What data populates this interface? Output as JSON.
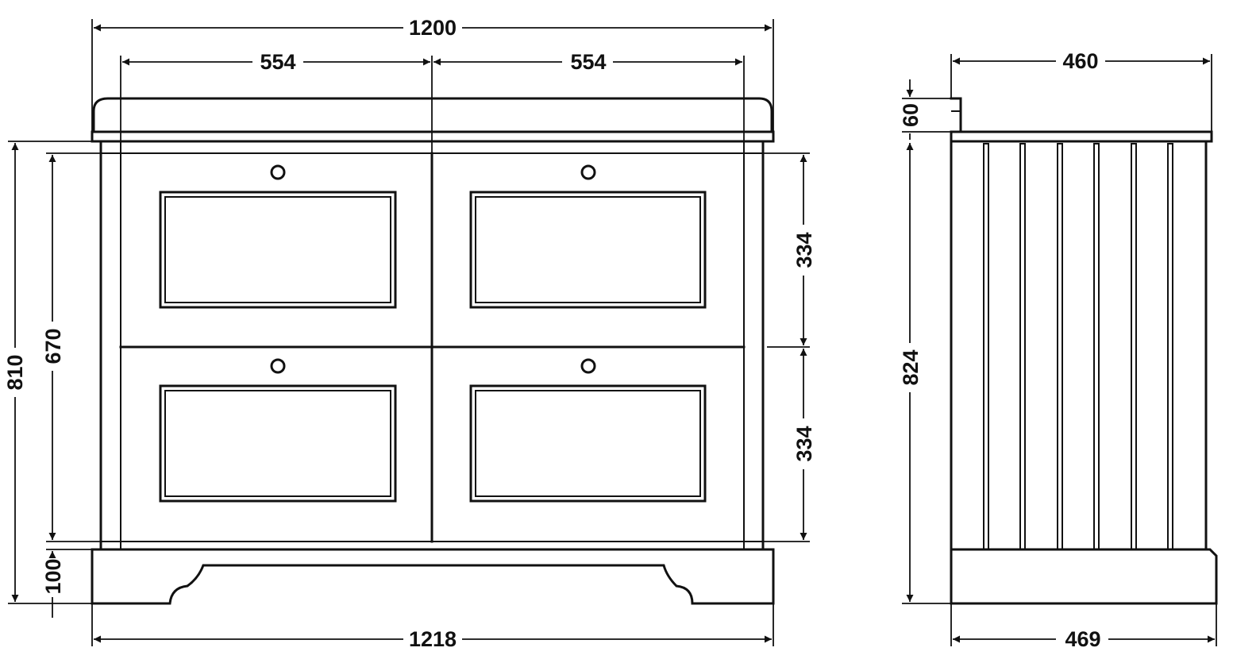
{
  "front_view": {
    "overall_width_top": "1200",
    "drawer_width_left": "554",
    "drawer_width_right": "554",
    "overall_width_base": "1218",
    "overall_height": "810",
    "body_height": "670",
    "plinth_height": "100",
    "drawer_height_upper": "334",
    "drawer_height_lower": "334"
  },
  "side_view": {
    "depth_top": "460",
    "depth_base": "469",
    "upstand_height": "60",
    "overall_height": "824"
  },
  "colors": {
    "line": "#111111",
    "background": "#ffffff"
  }
}
